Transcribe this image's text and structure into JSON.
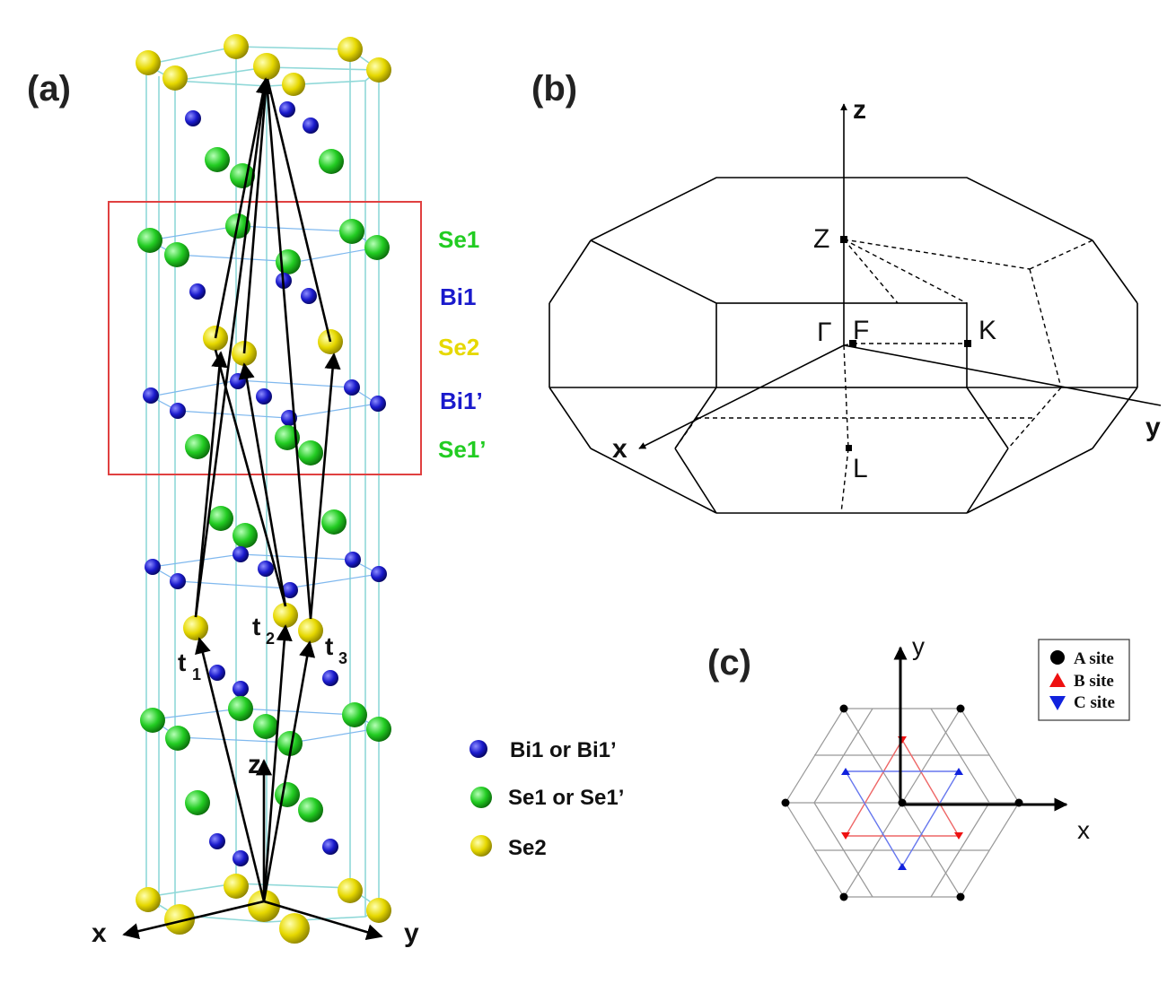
{
  "panels": {
    "a": "(a)",
    "b": "(b)",
    "c": "(c)"
  },
  "panel_a": {
    "layer_labels": [
      {
        "text": "Se1",
        "color": "#22cc22"
      },
      {
        "text": "Bi1",
        "color": "#1a1acc"
      },
      {
        "text": "Se2",
        "color": "#e6d800"
      },
      {
        "text": "Bi1’",
        "color": "#1a1acc"
      },
      {
        "text": "Se1’",
        "color": "#22cc22"
      }
    ],
    "vectors": [
      {
        "main": "t",
        "sub": "1"
      },
      {
        "main": "t",
        "sub": "2"
      },
      {
        "main": "t",
        "sub": "3"
      }
    ],
    "axes": {
      "x": "x",
      "y": "y",
      "z": "z"
    },
    "legend": [
      {
        "text": "Bi1 or Bi1’",
        "color": "#1a1acc"
      },
      {
        "text": "Se1 or Se1’",
        "color": "#22cc22"
      },
      {
        "text": "Se2",
        "color": "#e6d800"
      }
    ],
    "colors": {
      "bi": "#1a1acc",
      "se1": "#22cc22",
      "se2": "#e6d800",
      "cell": "#8fd8d8",
      "box": "#e04040"
    }
  },
  "panel_b": {
    "axes": {
      "x": "x",
      "y": "y",
      "z": "z"
    },
    "points": {
      "Z": "Z",
      "Gamma": "Γ",
      "F": "F",
      "K": "K",
      "L": "L"
    }
  },
  "panel_c": {
    "axes": {
      "x": "x",
      "y": "y"
    },
    "legend": [
      {
        "text": "A site",
        "color": "#000000"
      },
      {
        "text": "B site",
        "color": "#ee1111"
      },
      {
        "text": "C site",
        "color": "#1122dd"
      }
    ]
  }
}
